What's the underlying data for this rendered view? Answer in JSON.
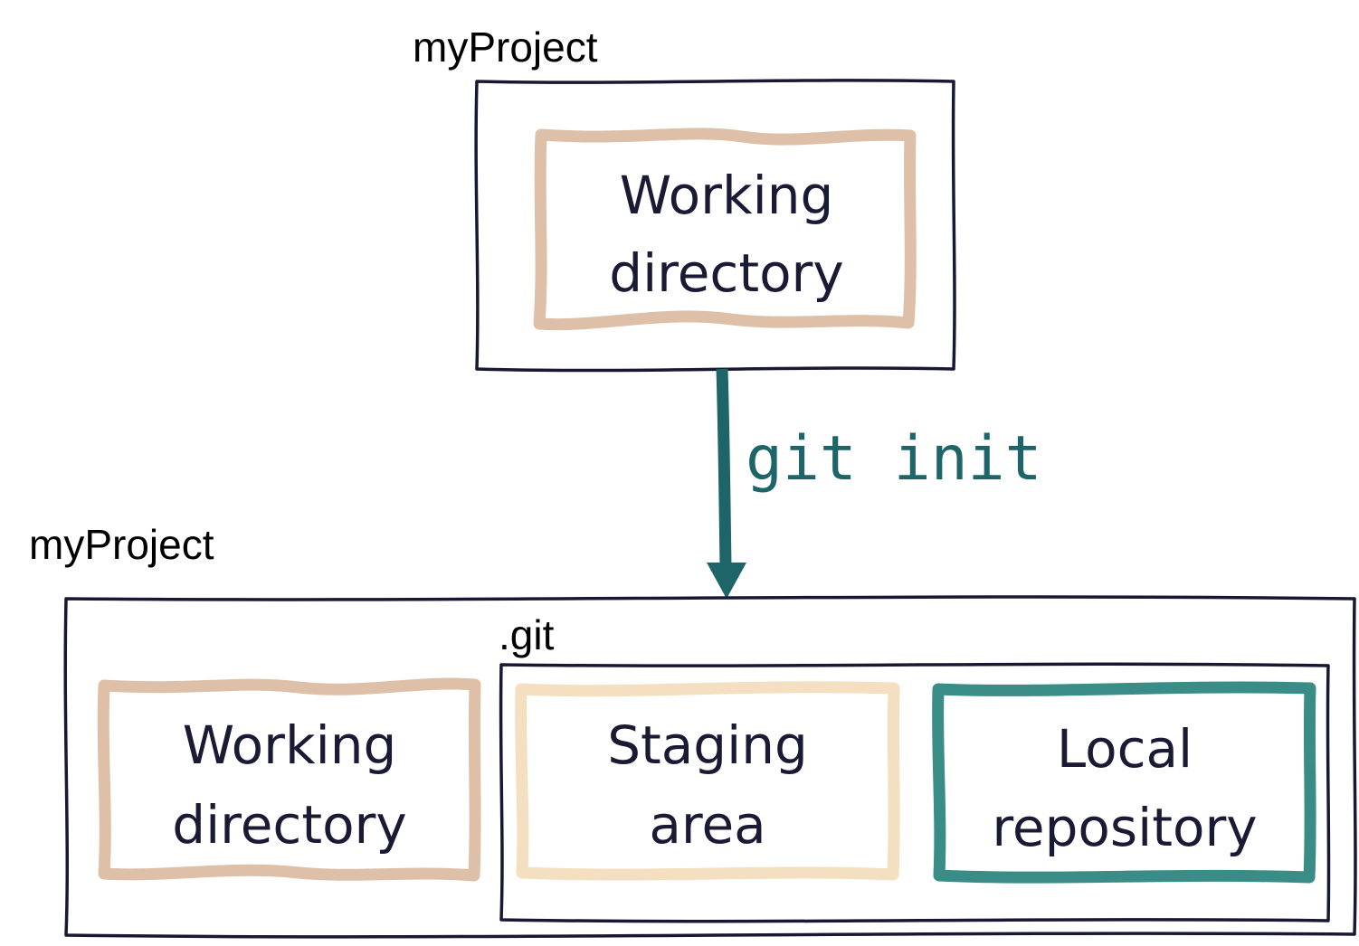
{
  "colors": {
    "outline": "#181833",
    "text": "#1a1a35",
    "working_directory": "#dec0a8",
    "staging_area": "#f4dfc0",
    "local_repository": "#3a8c87",
    "arrow": "#1e6569"
  },
  "before": {
    "folder_label": "myProject",
    "working_directory": {
      "line1": "Working",
      "line2": "directory"
    }
  },
  "command": {
    "text": "git init"
  },
  "after": {
    "folder_label": "myProject",
    "git_folder_label": ".git",
    "working_directory": {
      "line1": "Working",
      "line2": "directory"
    },
    "staging_area": {
      "line1": "Staging",
      "line2": "area"
    },
    "local_repository": {
      "line1": "Local",
      "line2": "repository"
    }
  }
}
